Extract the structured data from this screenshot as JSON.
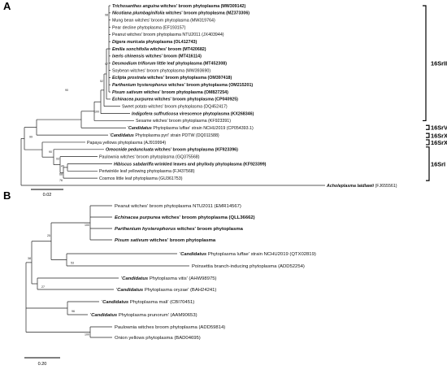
{
  "colors": {
    "line": "#222222",
    "highlight_blue": "#1f5fbf",
    "highlight_red": "#d6312a"
  },
  "panelA": {
    "label": "A",
    "leaves": [
      {
        "pre": "",
        "it": "Trichosanthes anguina",
        "post": " witches' broom phytoplasma (MW309142)",
        "color": "",
        "bold": true
      },
      {
        "pre": "",
        "it": "Nicotiana plumbaginifolia",
        "post": " witches' broom phytoplasma (MZ373306)",
        "color": "",
        "bold": true
      },
      {
        "pre": "Mung bean witches' broom phytoplasma (MW319764)",
        "it": "",
        "post": "",
        "color": "",
        "bold": false
      },
      {
        "pre": "Pear decline phytoplasma (EF193157)",
        "it": "",
        "post": "",
        "color": "",
        "bold": false
      },
      {
        "pre": "Peanut witches' broom phytoplasma NTU2011 (JX403944)",
        "it": "",
        "post": "",
        "color": "",
        "bold": false
      },
      {
        "pre": "",
        "it": "Digera muricata",
        "post": " phytoplasma (OL412743)",
        "color": "",
        "bold": true
      },
      {
        "pre": "",
        "it": "Emilia sonchifolia",
        "post": " witches' broom (MT420682)",
        "color": "",
        "bold": true
      },
      {
        "pre": "",
        "it": "Ixeris chinensis",
        "post": " witches' broom (MT416114)",
        "color": "",
        "bold": true
      },
      {
        "pre": "",
        "it": "Desmodium triflorum",
        "post": " little leaf phytoplasma (MT452308)",
        "color": "",
        "bold": true
      },
      {
        "pre": "Soybean witches' broom phytoplasma (MW393690)",
        "it": "",
        "post": "",
        "color": "",
        "bold": false
      },
      {
        "pre": "",
        "it": "Eclipta prostrata",
        "post": " witches' broom phytoplasma (OM397418)",
        "color": "",
        "bold": true
      },
      {
        "pre": "",
        "it": "Parthenium hysterophorus",
        "post": " witches' broom phytoplasma (OM215201)",
        "color": "blue",
        "bold": true
      },
      {
        "pre": "",
        "it": "Pisum sativum",
        "post": " witches' broom phytoplasma (OM827254)",
        "color": "red",
        "bold": true
      },
      {
        "pre": "",
        "it": "Echinacea purpurea",
        "post": " witches' broom phytoplasma (CP040925)",
        "color": "",
        "bold": true
      },
      {
        "pre": "Sweet potato witches' broom phytoplasma (DQ452417)",
        "it": "",
        "post": "",
        "color": "",
        "bold": false
      },
      {
        "pre": "",
        "it": "Indigofera suffruticosa",
        "post": " virescence phytoplasma (KX268346)",
        "color": "",
        "bold": true
      },
      {
        "pre": "Sesame witches' broom phytoplasma (KF923391)",
        "it": "",
        "post": "",
        "color": "",
        "bold": false
      },
      {
        "pre": "'",
        "it": "Candidatus",
        "post": " Phytoplasma luffae' strain NCHU2019 (CP054393.1)",
        "color": "",
        "bold": false
      },
      {
        "pre": "'",
        "it": "Candidatus",
        "post": " Phytoplasma pyri' strain PDTW (DQ011588)",
        "color": "",
        "bold": false
      },
      {
        "pre": "Papaya yellows phytoplasma (AJ919994)",
        "it": "",
        "post": "",
        "color": "",
        "bold": false
      },
      {
        "pre": "",
        "it": "Oreocnide peduncluata",
        "post": " witches' broom phytoplasma (KF923396)",
        "color": "",
        "bold": true
      },
      {
        "pre": "Paulownia witches' broom phytoplasma (GQ375568)",
        "it": "",
        "post": "",
        "color": "",
        "bold": false
      },
      {
        "pre": "",
        "it": "Hibiscus sabdariffa",
        "post": " wrinkled leaves and phyllody phytoplasma (KF923399)",
        "color": "",
        "bold": true
      },
      {
        "pre": "Periwinkle leaf yellowing phytoplasma (FJ437568)",
        "it": "",
        "post": "",
        "color": "",
        "bold": false
      },
      {
        "pre": "Cosmos little leaf phytoplasma (GU361753)",
        "it": "",
        "post": "",
        "color": "",
        "bold": false
      },
      {
        "pre": "",
        "it": "Acholeplasma laidlawii",
        "post": " (FJ655561)",
        "color": "",
        "bold": false
      }
    ],
    "bootstrap": [
      "98",
      "97",
      "52",
      "100",
      "90",
      "99",
      "90",
      "93",
      "49",
      "68",
      "76"
    ],
    "groups": [
      "16SrII",
      "16SrVIII",
      "16SrX",
      "16SrXII",
      "16SrI"
    ],
    "scale_label": "0.02"
  },
  "panelB": {
    "label": "B",
    "leaves": [
      {
        "pre": "Peanut witches' broom phytoplasma NTU2011 (EMR14567)",
        "it": "",
        "post": "",
        "color": "",
        "bold": false
      },
      {
        "pre": "",
        "it": "Echinacea purpurea",
        "post": " witches' broom phytoplasma (QLL36662)",
        "color": "",
        "bold": true
      },
      {
        "pre": "",
        "it": "Parthenium hysterophorus",
        "post": " witches' broom phytoplasma",
        "color": "blue",
        "bold": true
      },
      {
        "pre": "",
        "it": "Pisum sativum",
        "post": " witches' broom phytoplasma",
        "color": "red",
        "bold": true
      },
      {
        "pre": "'",
        "it": "Candidatus",
        "post": " Phytoplasma luffae' strain NCHU2019 (QTX02819)",
        "color": "",
        "bold": false
      },
      {
        "pre": "Poinsettia branch-inducing phytoplasma (ADD52254)",
        "it": "",
        "post": "",
        "color": "",
        "bold": false
      },
      {
        "pre": "'",
        "it": "Candidatus",
        "post": " Phytoplasma vitis' (AHW98975)",
        "color": "",
        "bold": false
      },
      {
        "pre": "'",
        "it": "Candidatus",
        "post": " Phytoplasma oryzae' (BAH24241)",
        "color": "",
        "bold": false
      },
      {
        "pre": "'",
        "it": "Candidatus",
        "post": " Phytoplasma mali' (CBI70451)",
        "color": "",
        "bold": false
      },
      {
        "pre": "'",
        "it": "Candidatus",
        "post": " Phytoplasma prunorum' (AAM90653)",
        "color": "",
        "bold": false
      },
      {
        "pre": "Paulownia witches broom phytoplasma (ADD59814)",
        "it": "",
        "post": "",
        "color": "",
        "bold": false
      },
      {
        "pre": "Onion yellows phytoplasma (BAD04695)",
        "it": "",
        "post": "",
        "color": "",
        "bold": false
      }
    ],
    "bootstrap": [
      "100",
      "25",
      "38",
      "53",
      "27",
      "96",
      "100"
    ],
    "scale_label": "0.20"
  }
}
